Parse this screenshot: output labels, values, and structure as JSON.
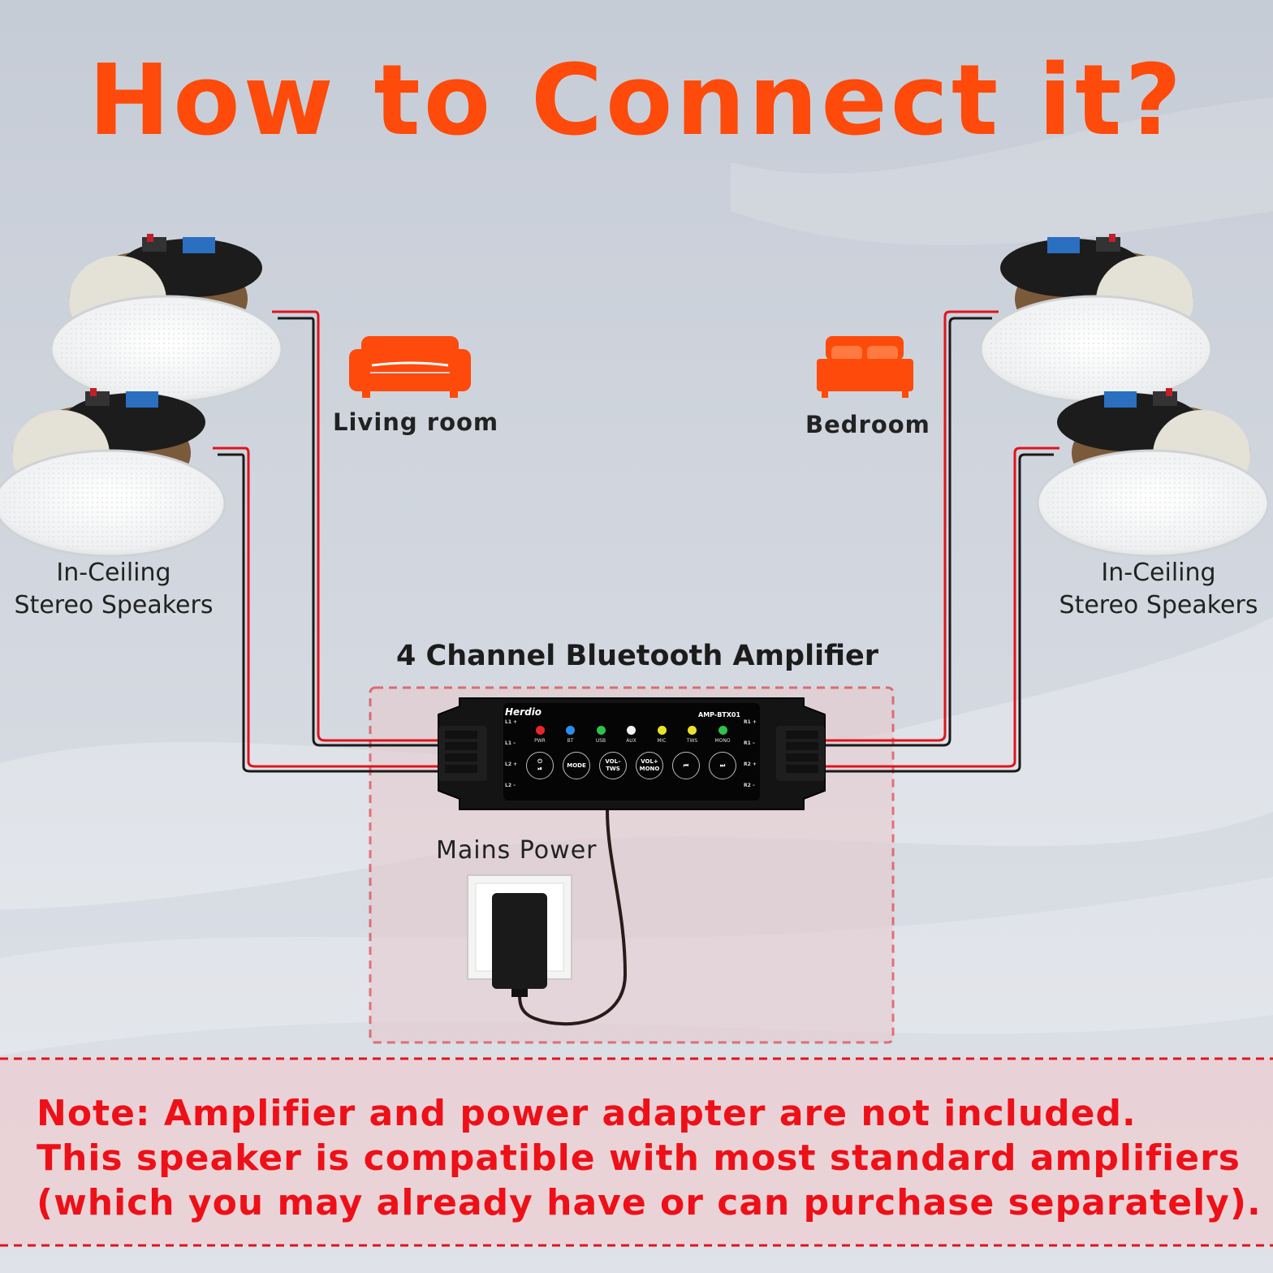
{
  "title": "How to Connect it?",
  "rooms": {
    "left": "Living room",
    "right": "Bedroom"
  },
  "speakers": {
    "left_label_line1": "In-Ceiling",
    "left_label_line2": "Stereo Speakers",
    "right_label_line1": "In-Ceiling",
    "right_label_line2": "Stereo Speakers"
  },
  "amplifier": {
    "title": "4 Channel Bluetooth Amplifier",
    "brand": "Herdio",
    "model": "AMP-BTX01",
    "left_terminals": [
      "L1 +",
      "L1 –",
      "L2 +",
      "L2 –"
    ],
    "right_terminals": [
      "R1 +",
      "R1 –",
      "R2 +",
      "R2 –"
    ],
    "indicators": [
      {
        "label": "PWR",
        "color": "#e8262a"
      },
      {
        "label": "BT",
        "color": "#2a8ff0"
      },
      {
        "label": "USB",
        "color": "#2fc24a"
      },
      {
        "label": "AUX",
        "color": "#f2f2f2"
      },
      {
        "label": "MIC",
        "color": "#e8e22a"
      },
      {
        "label": "TWS",
        "color": "#e8e22a"
      },
      {
        "label": "MONO",
        "color": "#2fc24a"
      }
    ],
    "buttons": [
      {
        "line1": "⏻",
        "line2": "⏯"
      },
      {
        "line1": "MODE",
        "line2": ""
      },
      {
        "line1": "VOL–",
        "line2": "TWS"
      },
      {
        "line1": "VOL+",
        "line2": "MONO"
      },
      {
        "line1": "⏮",
        "line2": ""
      },
      {
        "line1": "⏭",
        "line2": ""
      }
    ]
  },
  "power": {
    "label": "Mains Power"
  },
  "note": {
    "line1": "Note: Amplifier and power adapter are not included.",
    "line2": "This speaker is compatible with most standard amplifiers",
    "line3": "(which you may already have or can purchase separately)."
  },
  "colors": {
    "title": "#fe4a0a",
    "icon": "#fe4a0a",
    "note": "#ee1018",
    "wire_red": "#e0141c",
    "dashed_border": "#e0141c"
  }
}
